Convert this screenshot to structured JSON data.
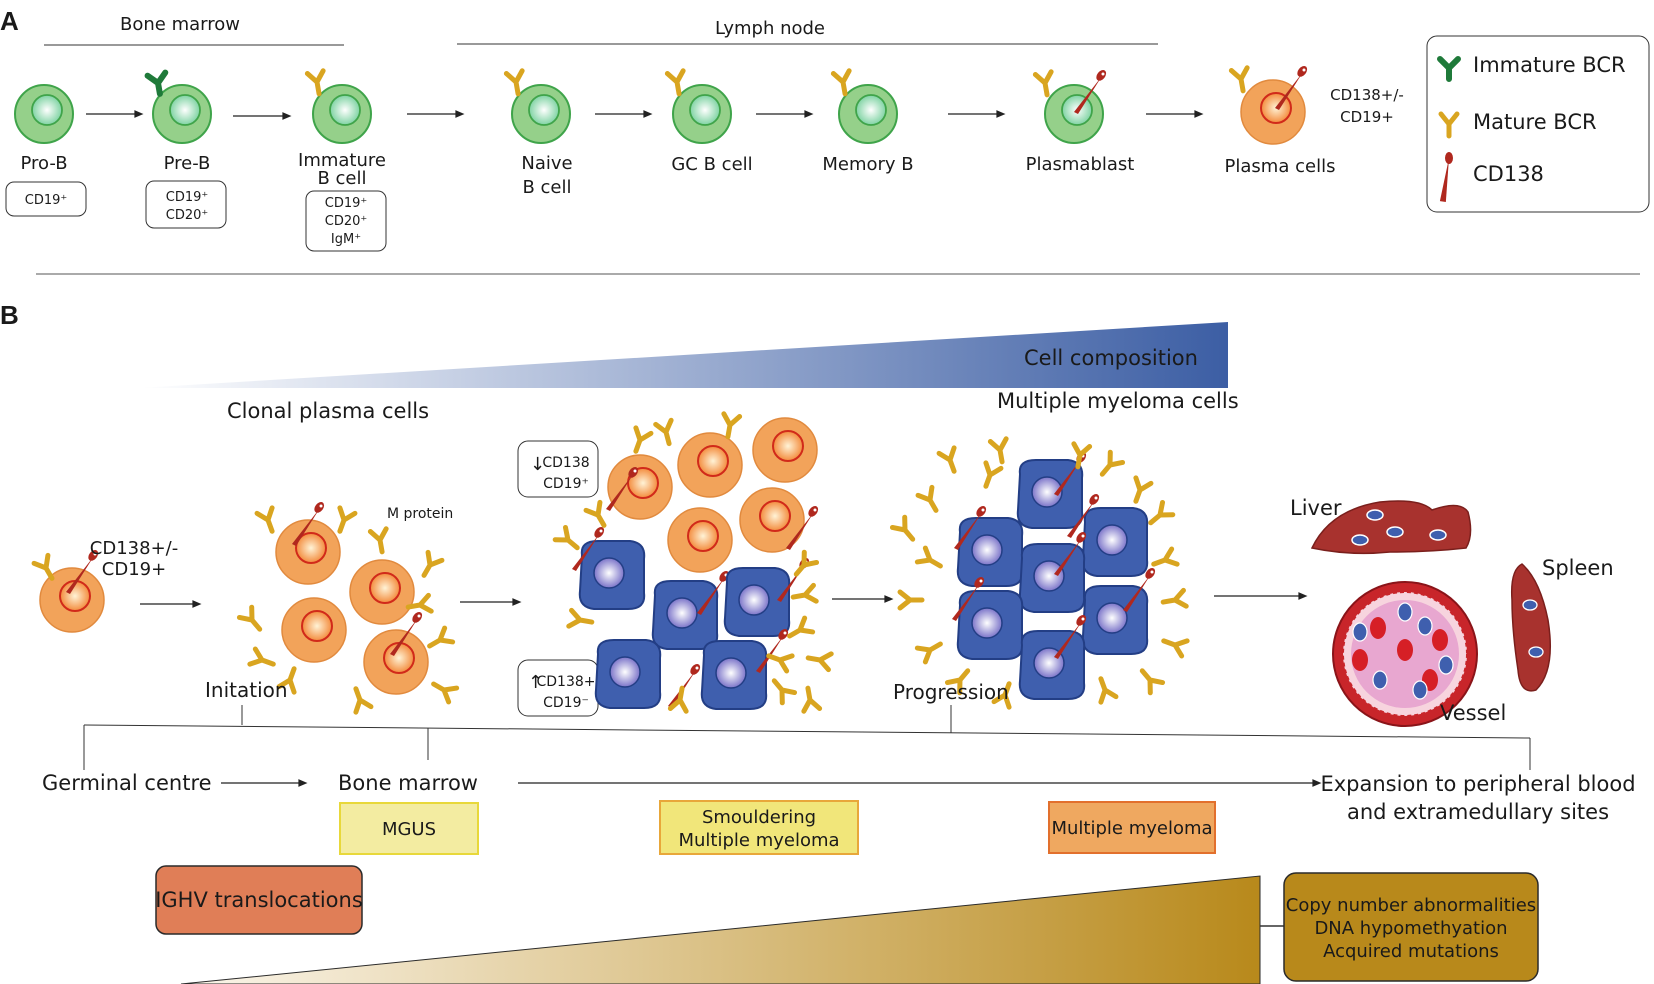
{
  "panel_a": {
    "letter": "A",
    "bone_marrow": "Bone marrow",
    "lymph_node": "Lymph node",
    "cells": [
      {
        "name": "Pro-B",
        "markers": [
          "CD19⁺"
        ]
      },
      {
        "name": "Pre-B",
        "markers": [
          "CD19⁺",
          "CD20⁺"
        ]
      },
      {
        "name_lines": [
          "Immature",
          "B cell"
        ],
        "markers": [
          "CD19⁺",
          "CD20⁺",
          "IgM⁺"
        ]
      },
      {
        "name_lines": [
          "Naive",
          "B cell"
        ]
      },
      {
        "name": "GC B cell"
      },
      {
        "name": "Memory B"
      },
      {
        "name": "Plasmablast"
      },
      {
        "name": "Plasma cells",
        "markers": [
          "CD138+/-",
          "CD19+"
        ]
      }
    ],
    "legend": {
      "items": [
        {
          "label": "Immature BCR",
          "color": "#1f7a3a"
        },
        {
          "label": "Mature BCR",
          "color": "#d9a520"
        },
        {
          "label": "CD138",
          "color": "#b0281e"
        }
      ]
    }
  },
  "panel_b": {
    "letter": "B",
    "cell_composition": "Cell composition",
    "clonal_plasma_cells": "Clonal plasma cells",
    "multiple_myeloma_cells": "Multiple myeloma cells",
    "first_cell_markers": [
      "CD138+/-",
      "CD19+"
    ],
    "m_protein": "M protein",
    "initiation": "Initation",
    "progression": "Progression",
    "down_marker": [
      "CD138",
      "CD19⁺"
    ],
    "up_marker": [
      "CD138+",
      "CD19⁻"
    ],
    "organs": {
      "liver": "Liver",
      "spleen": "Spleen",
      "vessel": "Vessel"
    },
    "timeline": {
      "germinal_centre": "Germinal centre",
      "bone_marrow": "Bone marrow",
      "expansion": [
        "Expansion to peripheral blood",
        "and extramedullary sites"
      ]
    },
    "stages": {
      "mgus": "MGUS",
      "smouldering": [
        "Smouldering",
        "Multiple myeloma"
      ],
      "mm": "Multiple myeloma"
    },
    "ighv": "IGHV translocations",
    "genetic": [
      "Copy number abnormalities",
      "DNA hypomethyation",
      "Acquired mutations"
    ],
    "colors": {
      "green_cell": "#95d08a",
      "orange_cell": "#f2a35a",
      "blue_cell": "#3f5fae",
      "mgus_fill": "#f3eca1",
      "smoulder_fill": "#f1e67a",
      "mm_fill": "#efa860",
      "ighv_fill": "#e07e57",
      "genetic_fill": "#b8891b"
    }
  }
}
